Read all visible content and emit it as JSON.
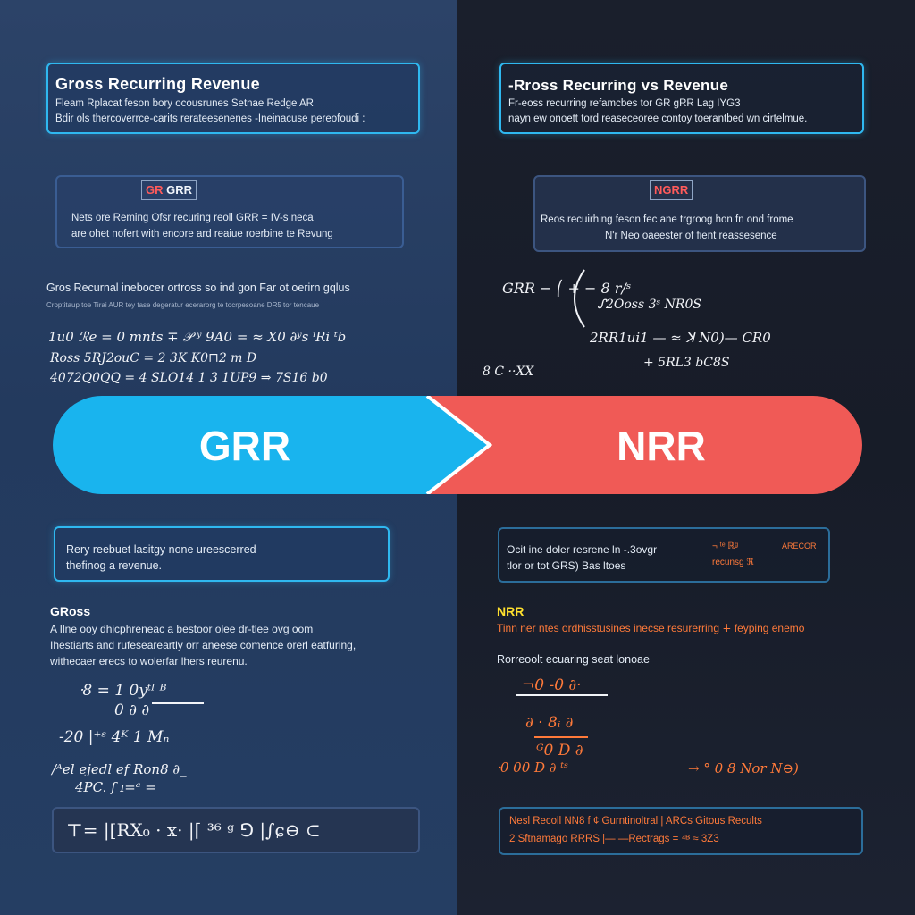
{
  "colors": {
    "grr": "#19b4ee",
    "nrr": "#f05a56",
    "left_bg": "#2c4368",
    "right_bg": "#1a1f2c",
    "nrr_heading": "#ffe02e",
    "orange_text": "#ff7a3a"
  },
  "left": {
    "header": {
      "title": "Gross Recurring Revenue",
      "line1": "Fleam Rplacat feson bory ocousrunes Setnae Redge AR",
      "line2": "Bdir ols thercoverrce-carits rerateesenenes -Ineinacuse pereofoudi :"
    },
    "tag": {
      "a": "GR",
      "b": "GRR"
    },
    "tag_box": {
      "line1": "Nets ore Reming Ofsr recuring reoll GRR = IV-s neca",
      "line2": "are ohet nofert with encore ard reaiue roerbine te Revung"
    },
    "intro": {
      "line1": "Gros Recurnal inebocer ortross so ind gon Far ot oerirn gqlus",
      "line2": "Croptitaup toe Tirai AUR tey tase degeratur ecerarorg te tocrpesoane DR5 tor tencaue"
    },
    "formulas": [
      "1u0 ℛe  =  0 mnts ∓ 𝒫 ʸ 9A0  =  ≈ X0 ∂ʸs ⁱRi ᵗb",
      "Ross    5RJ2ouC  =  2  3K  K0⊓2  m  D",
      "4072Q0QQ  =  4 SLO14  1 3  1UP9  ⇒  7S16 b0"
    ],
    "bottom_box": {
      "line1": "Rery reebuet lasitgy none ureescerred",
      "line2": "thefinog a revenue."
    },
    "section": {
      "heading": "GRoss",
      "line1": "A Ilne ooy dhicphreneac a bestoor olee dr-tlee ovg oom",
      "line2": "Ihestiarts and rufeseareartly orr aneese comence orerl eatfuring,",
      "line3": "withecaer erecs to wolerfar lhers reurenu."
    },
    "math": [
      "ᐧ8 = 1 0yᵗᴵ ᴮ",
      "0     ∂ ∂",
      "-20 |⁺ˢ 4ᴷ 1 Mₙ",
      "/ᴬel ejedl ef Ron8 ∂_",
      "4PC. f ɪ=ᵃ ="
    ],
    "footer_formula": "⊤= |[RX₀ · x· |⌈ ³⁶ ᵍ  ⅁  |∫ɕ⊖ ⊂"
  },
  "center": {
    "grr_label": "GRR",
    "nrr_label": "NRR"
  },
  "right": {
    "header": {
      "title": "-Rross Recurring vs Revenue",
      "line1": "Fr-eoss recurring refamcbes tor GR gRR Lag IYG3",
      "line2": "nayn ew onoett tord reaseceoree contoy toerantbed wn cirtelmue."
    },
    "tag": {
      "a": "N",
      "b": "GRR"
    },
    "tag_box": {
      "line1": "Reos recuirhing feson fec ane trgroog hon fn ond frome",
      "line2": "N'r Neo oaeester of fient reassesence"
    },
    "formulas": [
      "GRR  −  ⎛  +  −  8  r/ˢ",
      "ᔑ2Ooss  3ˢ  NR0S",
      "2RR1ui1  —  ≈  ꓘ  N0)—  CR0",
      "+  5RL3  bC8S",
      "8  C  ··XX"
    ],
    "bottom_box": {
      "line1": "Ocit ine doler resrene ln -.3ovgr",
      "line2": "tlor or tot GRS) Bas ltoes"
    },
    "bottom_side": {
      "a": "¬ ᵗᵉ ℝᵍ",
      "b": "recunsg  ℜ",
      "c": "ARECOR"
    },
    "section": {
      "heading": "NRR",
      "line1": "Tinn ner ntes ordhisstusines inecse resurerring ∔ feyping enemo"
    },
    "sub_heading": "Rorreoolt ecuaring seat lonoae",
    "math": [
      "¬0   -0  ∂·",
      "∂   ·  8ᵢ  ∂",
      "ᴳ0  D  ∂",
      "ᐧ0 00  D  ∂ ᵗˢ",
      "→ ° 0 8 Nor N⊖)"
    ],
    "footer": {
      "line1": "Nesl Recoll NN8 f ¢ Gurntinoltral  | ARCs Gitous Recults",
      "line2": "2 Sftnamago     RRRS |—  —Rectrags = ⁴ᴮ ≈ 3Z3"
    }
  }
}
